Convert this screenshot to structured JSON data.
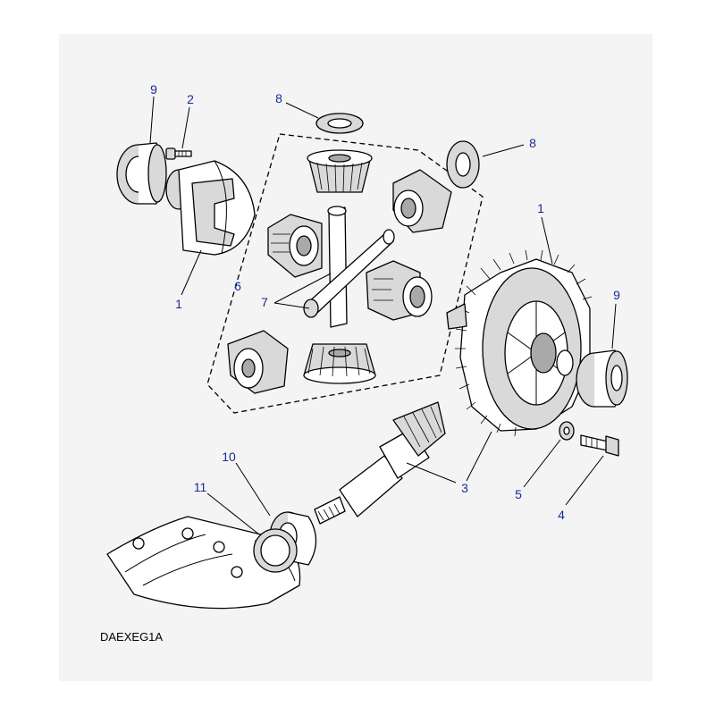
{
  "diagram": {
    "drawing_code": "DAEXEG1A",
    "callouts": [
      {
        "id": "9",
        "label": "9"
      },
      {
        "id": "2",
        "label": "2"
      },
      {
        "id": "8a",
        "label": "8"
      },
      {
        "id": "8b",
        "label": "8"
      },
      {
        "id": "1a",
        "label": "1"
      },
      {
        "id": "6",
        "label": "6"
      },
      {
        "id": "7",
        "label": "7"
      },
      {
        "id": "1b",
        "label": "1"
      },
      {
        "id": "9b",
        "label": "9"
      },
      {
        "id": "10",
        "label": "10"
      },
      {
        "id": "11",
        "label": "11"
      },
      {
        "id": "3",
        "label": "3"
      },
      {
        "id": "5",
        "label": "5"
      },
      {
        "id": "4",
        "label": "4"
      }
    ]
  }
}
